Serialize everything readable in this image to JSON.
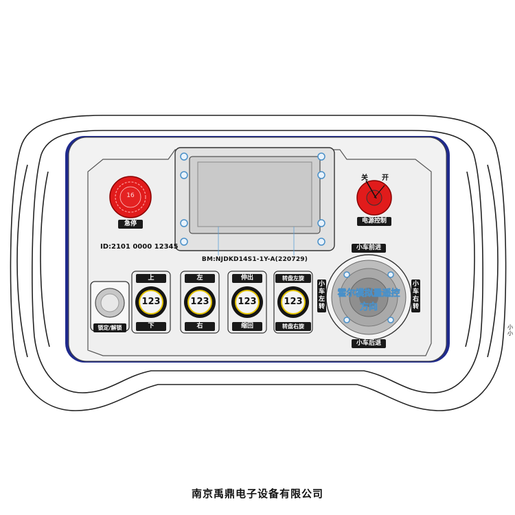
{
  "emergency_stop": {
    "number": "16",
    "label": "急停"
  },
  "power_switch": {
    "off_label": "关",
    "on_label": "开",
    "label": "电源控制"
  },
  "device_id": "ID:2101 0000 12345",
  "model": "BM:NJDKD14S1-1Y-A(220729)",
  "lock_button": {
    "label": "锁定/解锁"
  },
  "knobs": [
    {
      "top_label": "上",
      "bottom_label": "下",
      "display": "123"
    },
    {
      "top_label": "左",
      "bottom_label": "右",
      "display": "123"
    },
    {
      "top_label": "伸出",
      "bottom_label": "缩回",
      "display": "123"
    },
    {
      "top_label": "转盘左旋",
      "bottom_label": "转盘右旋",
      "display": "123"
    }
  ],
  "joystick": {
    "forward_label": "小车前进",
    "backward_label": "小车后退",
    "left_label": "小车左转",
    "right_label": "小车右转",
    "overlay_text_1": "霍尔模拟量遥控",
    "overlay_text_2": "方向"
  },
  "edge_text": "小小",
  "company": "南京禹鼎电子设备有限公司",
  "colors": {
    "accent_blue": "#1f2a8c",
    "red": "#e11b1b",
    "panel": "#f2f2f2"
  }
}
